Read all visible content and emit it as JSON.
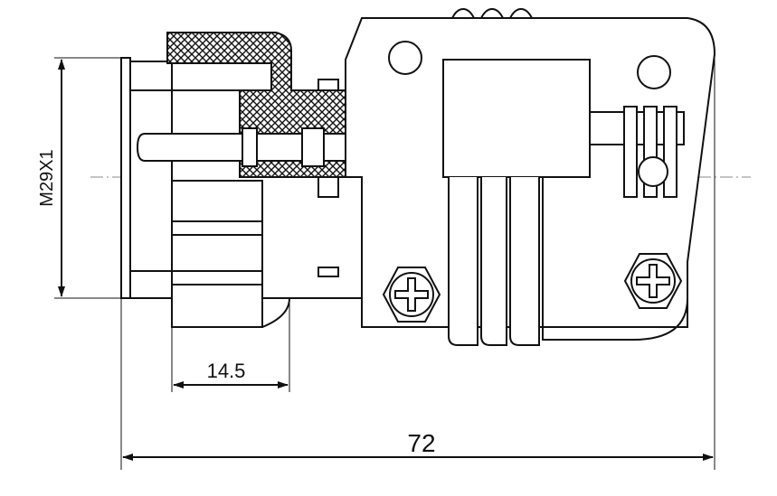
{
  "drawing": {
    "dimensions": {
      "diameter_label": "M29X1",
      "length_label": "14.5",
      "overall_label": "72"
    }
  }
}
